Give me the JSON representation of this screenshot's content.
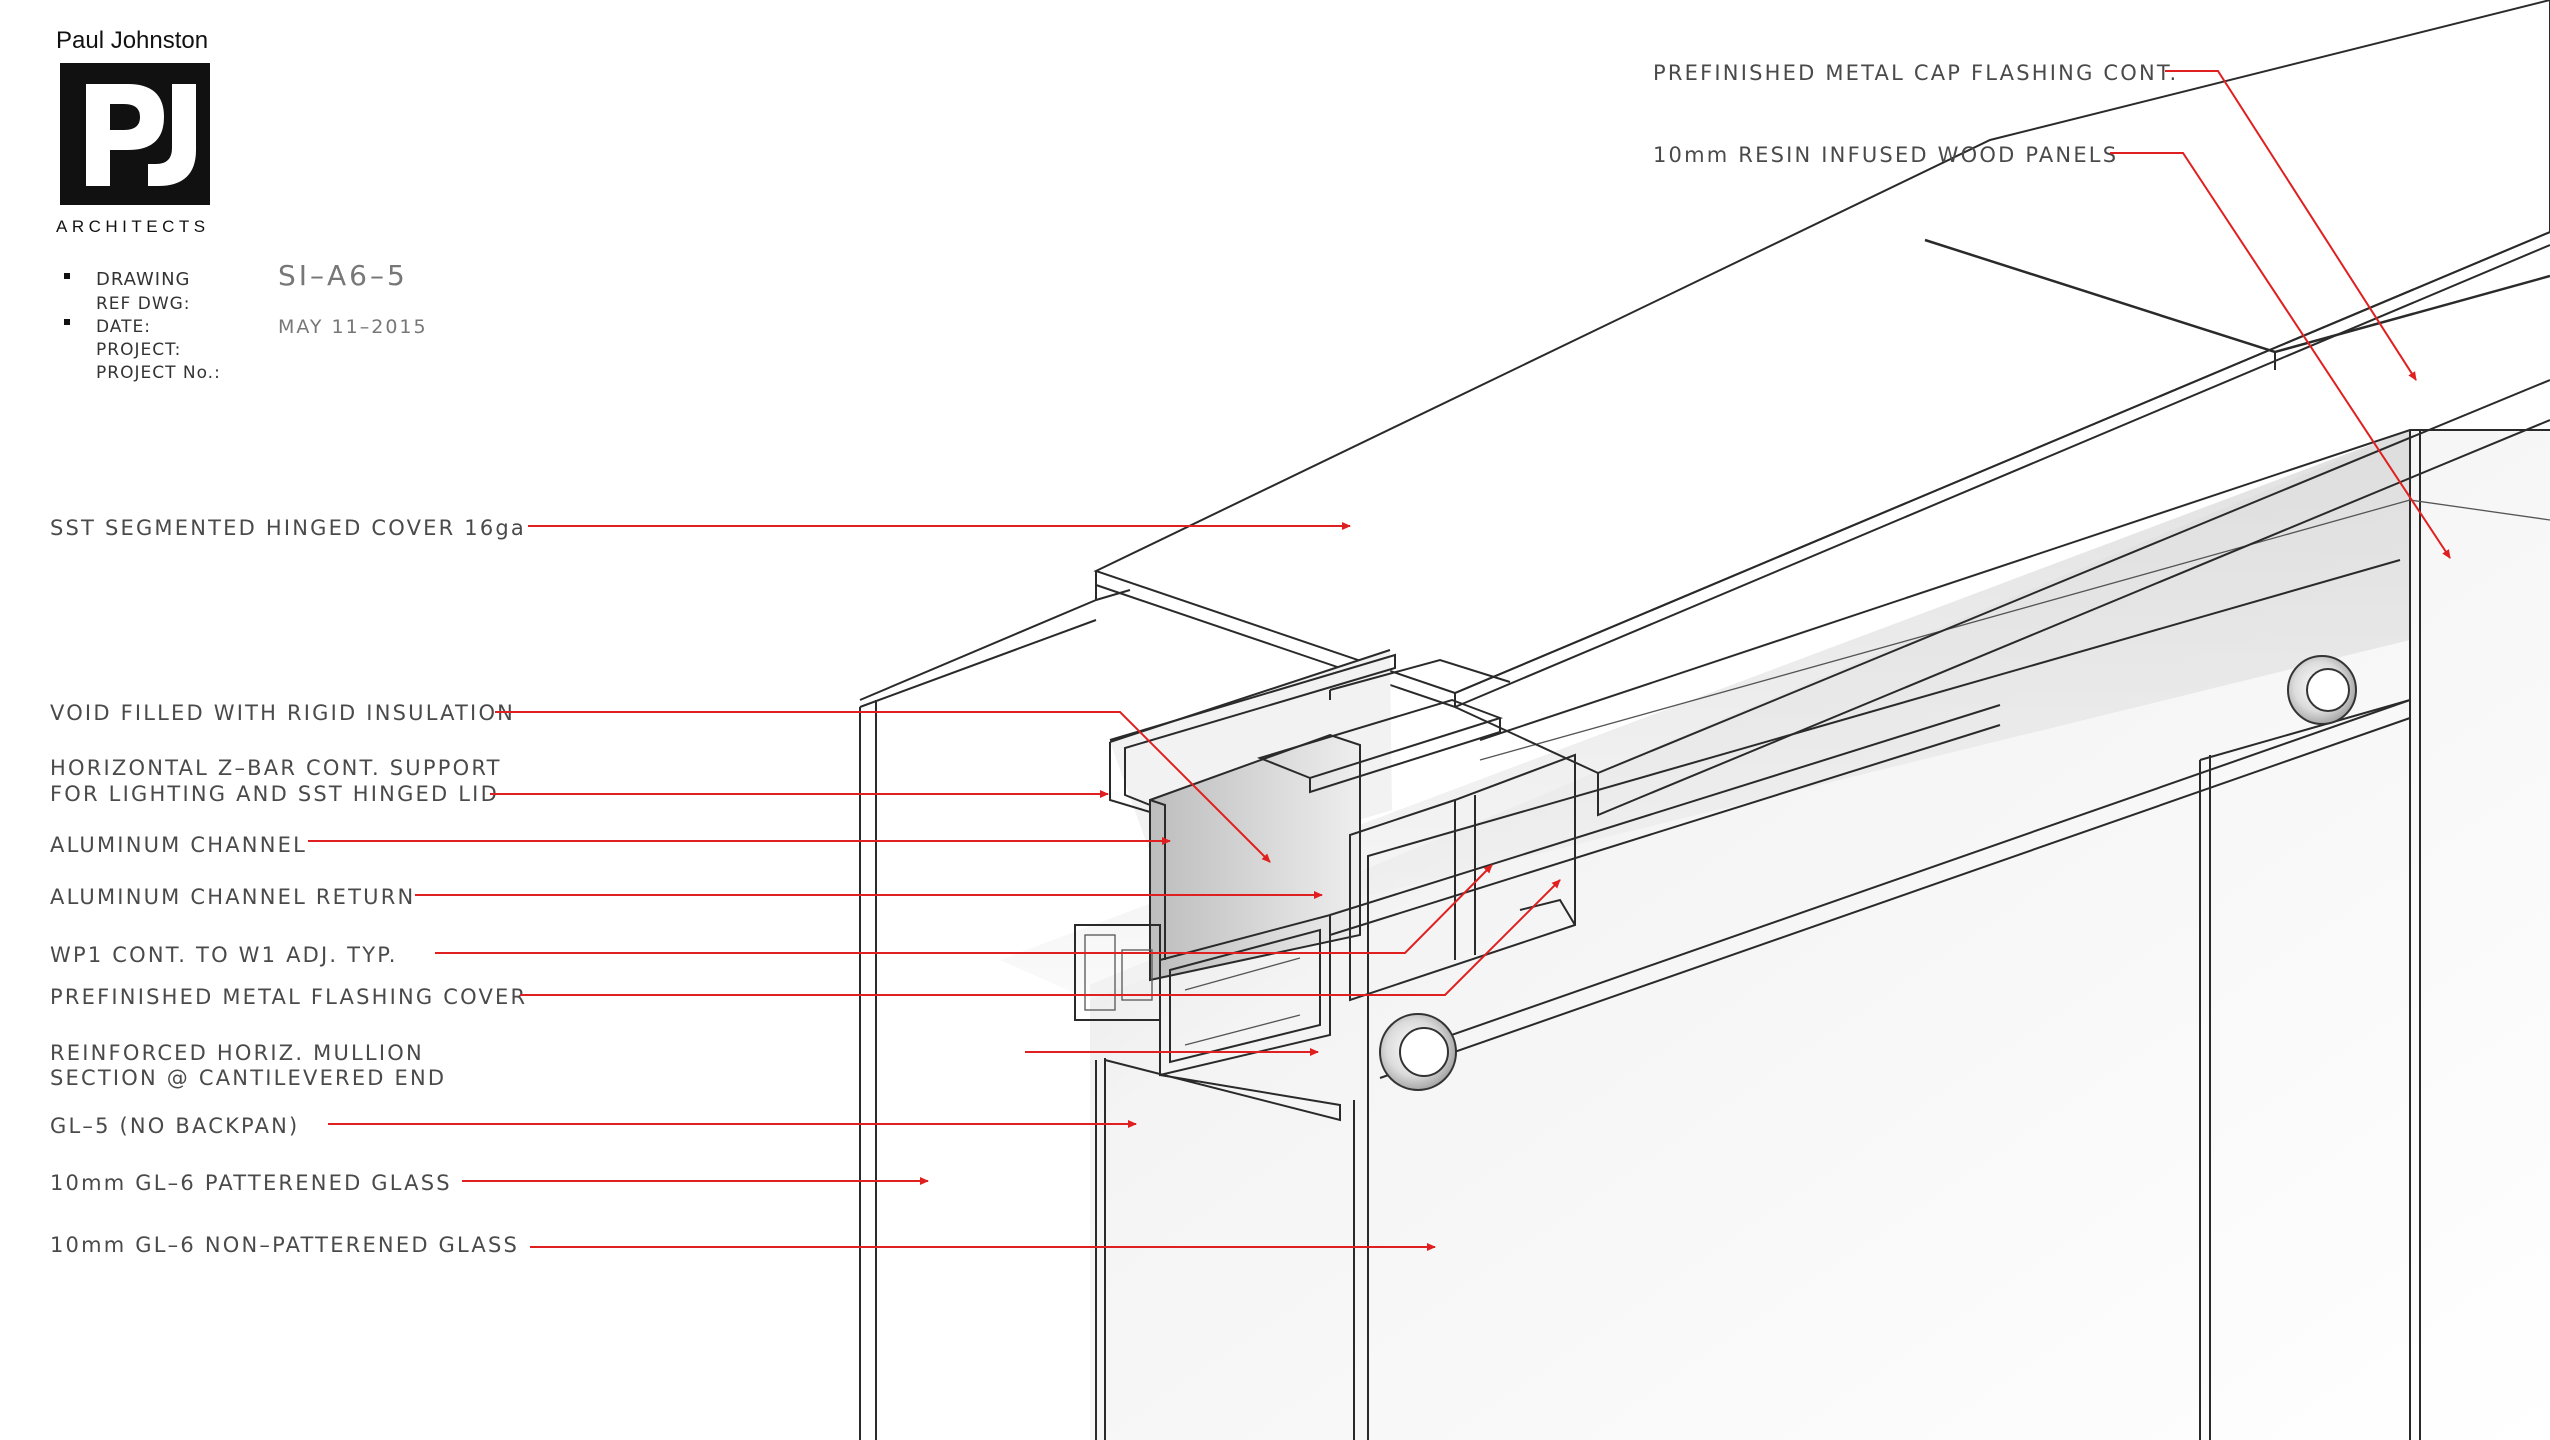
{
  "firm": {
    "name": "Paul Johnston",
    "logo_letters": "PJ",
    "tagline": "ARCHITECTS"
  },
  "sheet": {
    "drawing_label": "DRAWING",
    "drawing_value": "SI–A6–5",
    "ref_dwg_label": "REF DWG:",
    "date_label": "DATE:",
    "date_value": "MAY 11–2015",
    "project_label": "PROJECT:",
    "project_no_label": "PROJECT No.:"
  },
  "callouts": [
    "PREFINISHED METAL CAP FLASHING CONT.",
    "10mm RESIN INFUSED WOOD PANELS",
    "SST SEGMENTED HINGED COVER 16ga",
    "VOID FILLED WITH RIGID INSULATION",
    "HORIZONTAL Z–BAR CONT. SUPPORT",
    "FOR LIGHTING AND SST HINGED LID",
    "ALUMINUM CHANNEL",
    "ALUMINUM CHANNEL RETURN",
    "WP1 CONT. TO W1 ADJ. TYP.",
    "PREFINISHED METAL FLASHING COVER",
    "REINFORCED HORIZ. MULLION",
    "SECTION @ CANTILEVERED END",
    "GL–5 (NO BACKPAN)",
    "10mm GL–6 PATTERENED GLASS",
    "10mm GL–6 NON–PATTERENED GLASS"
  ],
  "colors": {
    "leader": "#e02020",
    "linework": "#2a2a2a",
    "text": "#4a4a4a"
  }
}
